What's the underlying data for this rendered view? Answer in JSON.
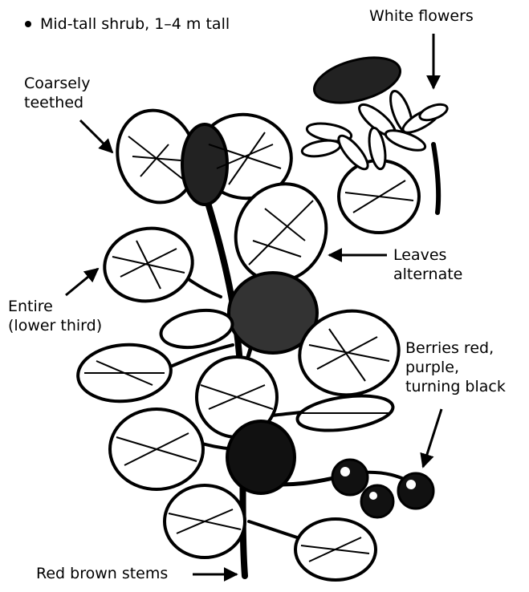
{
  "bullet": "Mid-tall shrub, 1–4 m tall",
  "labels": {
    "white_flowers": "White flowers",
    "coarsely_teethed": [
      "Coarsely",
      "teethed"
    ],
    "leaves_alternate": [
      "Leaves",
      "alternate"
    ],
    "entire": [
      "Entire",
      "(lower third)"
    ],
    "berries": [
      "Berries red,",
      "purple,",
      "turning black"
    ],
    "stems": "Red brown stems"
  }
}
